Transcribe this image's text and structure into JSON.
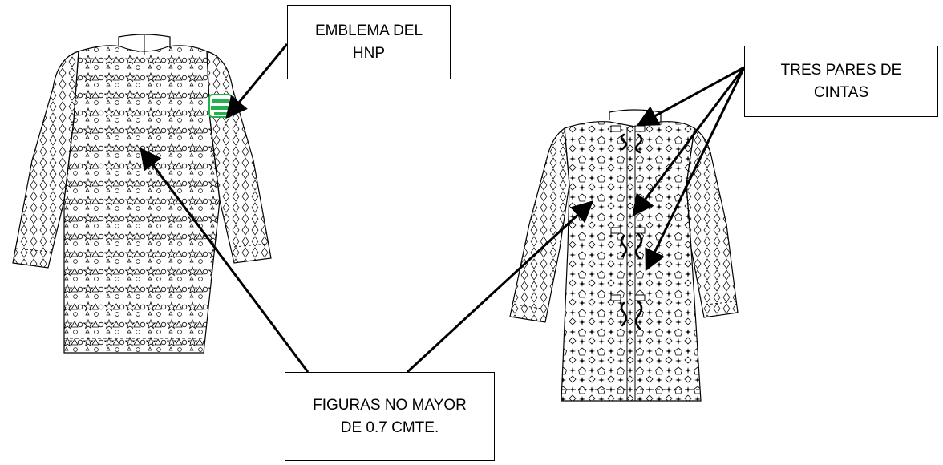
{
  "callouts": {
    "emblema": "EMBLEMA DEL\nHNP",
    "cintas": "TRES PARES DE\nCINTAS",
    "figuras": "FIGURAS NO MAYOR\nDE 0.7 CMTE."
  },
  "colors": {
    "line": "#000000",
    "background": "#ffffff",
    "emblem": "#22b14c"
  },
  "icons": {
    "left_garment": "tunic-front-drawing",
    "right_garment": "coat-front-drawing",
    "emblem": "hnp-emblem-icon",
    "ties": "ribbon-tie-icon"
  }
}
